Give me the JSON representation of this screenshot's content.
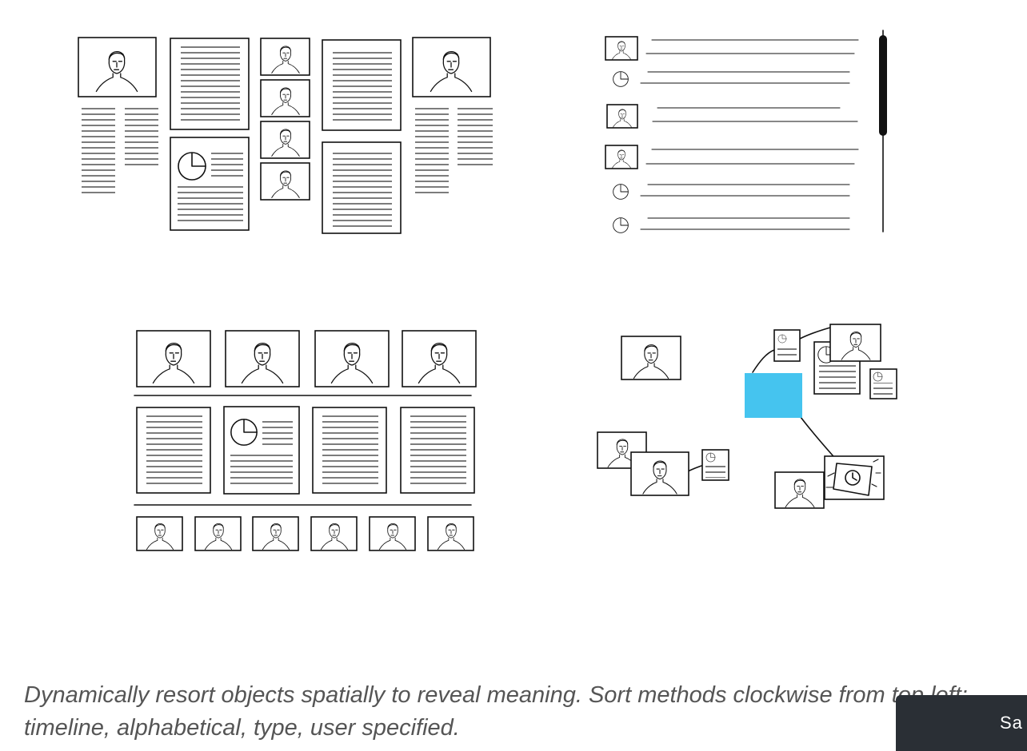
{
  "figure": {
    "accent_color": "#45c4ef",
    "panels": [
      "timeline",
      "alphabetical",
      "type",
      "user-specified"
    ]
  },
  "caption": {
    "text": "Dynamically resort objects spatially to reveal meaning. Sort methods clockwise from top left: timeline, alphabetical, type, user specified."
  },
  "save_bar": {
    "label": "Sa"
  }
}
